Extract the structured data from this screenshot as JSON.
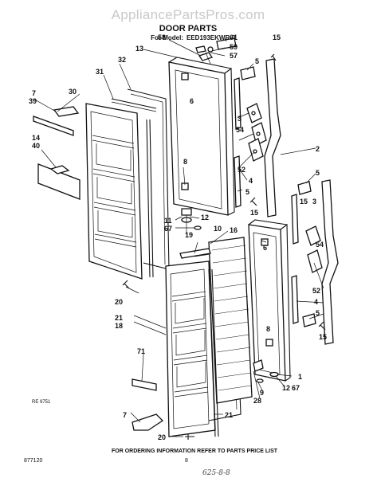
{
  "watermark": "AppliancePartsPros.com",
  "header": {
    "title": "DOOR PARTS",
    "model_prefix": "For Model:",
    "model": "EED193EKWR-0"
  },
  "footer": {
    "order_info": "FOR ORDERING INFORMATION REFER TO PARTS PRICE LIST",
    "code_left": "877120",
    "page_number": "8",
    "revision_code": "RE 9751",
    "handwritten_note": "625-8-8"
  },
  "callouts": [
    {
      "id": "c58",
      "text": "58"
    },
    {
      "id": "c61",
      "text": "61"
    },
    {
      "id": "c59",
      "text": "59"
    },
    {
      "id": "c57",
      "text": "57"
    },
    {
      "id": "c15a",
      "text": "15"
    },
    {
      "id": "c5a",
      "text": "5"
    },
    {
      "id": "c13",
      "text": "13"
    },
    {
      "id": "c32",
      "text": "32"
    },
    {
      "id": "c31",
      "text": "31"
    },
    {
      "id": "c6a",
      "text": "6"
    },
    {
      "id": "c7a",
      "text": "7"
    },
    {
      "id": "c39",
      "text": "39"
    },
    {
      "id": "c30",
      "text": "30"
    },
    {
      "id": "c3a",
      "text": "3"
    },
    {
      "id": "c54a",
      "text": "54"
    },
    {
      "id": "c14",
      "text": "14"
    },
    {
      "id": "c40",
      "text": "40"
    },
    {
      "id": "c8a",
      "text": "8"
    },
    {
      "id": "c52a",
      "text": "52"
    },
    {
      "id": "c4a",
      "text": "4"
    },
    {
      "id": "c5b",
      "text": "5"
    },
    {
      "id": "c2",
      "text": "2"
    },
    {
      "id": "c5c",
      "text": "5"
    },
    {
      "id": "c15b",
      "text": "15"
    },
    {
      "id": "c3b",
      "text": "3"
    },
    {
      "id": "c12a",
      "text": "12"
    },
    {
      "id": "c11",
      "text": "11"
    },
    {
      "id": "c67a",
      "text": "67"
    },
    {
      "id": "c15c",
      "text": "15"
    },
    {
      "id": "c10",
      "text": "10"
    },
    {
      "id": "c19",
      "text": "19"
    },
    {
      "id": "c16",
      "text": "16"
    },
    {
      "id": "c6b",
      "text": "6"
    },
    {
      "id": "c54b",
      "text": "54"
    },
    {
      "id": "c20a",
      "text": "20"
    },
    {
      "id": "c52b",
      "text": "52"
    },
    {
      "id": "c4b",
      "text": "4"
    },
    {
      "id": "c5d",
      "text": "5"
    },
    {
      "id": "c21a",
      "text": "21"
    },
    {
      "id": "c18",
      "text": "18"
    },
    {
      "id": "c15d",
      "text": "15"
    },
    {
      "id": "c8b",
      "text": "8"
    },
    {
      "id": "c71",
      "text": "71"
    },
    {
      "id": "c1",
      "text": "1"
    },
    {
      "id": "c12b",
      "text": "12"
    },
    {
      "id": "c67b",
      "text": "67"
    },
    {
      "id": "c9",
      "text": "9"
    },
    {
      "id": "c28",
      "text": "28"
    },
    {
      "id": "c7b",
      "text": "7"
    },
    {
      "id": "c21b",
      "text": "21"
    },
    {
      "id": "c20b",
      "text": "20"
    }
  ]
}
